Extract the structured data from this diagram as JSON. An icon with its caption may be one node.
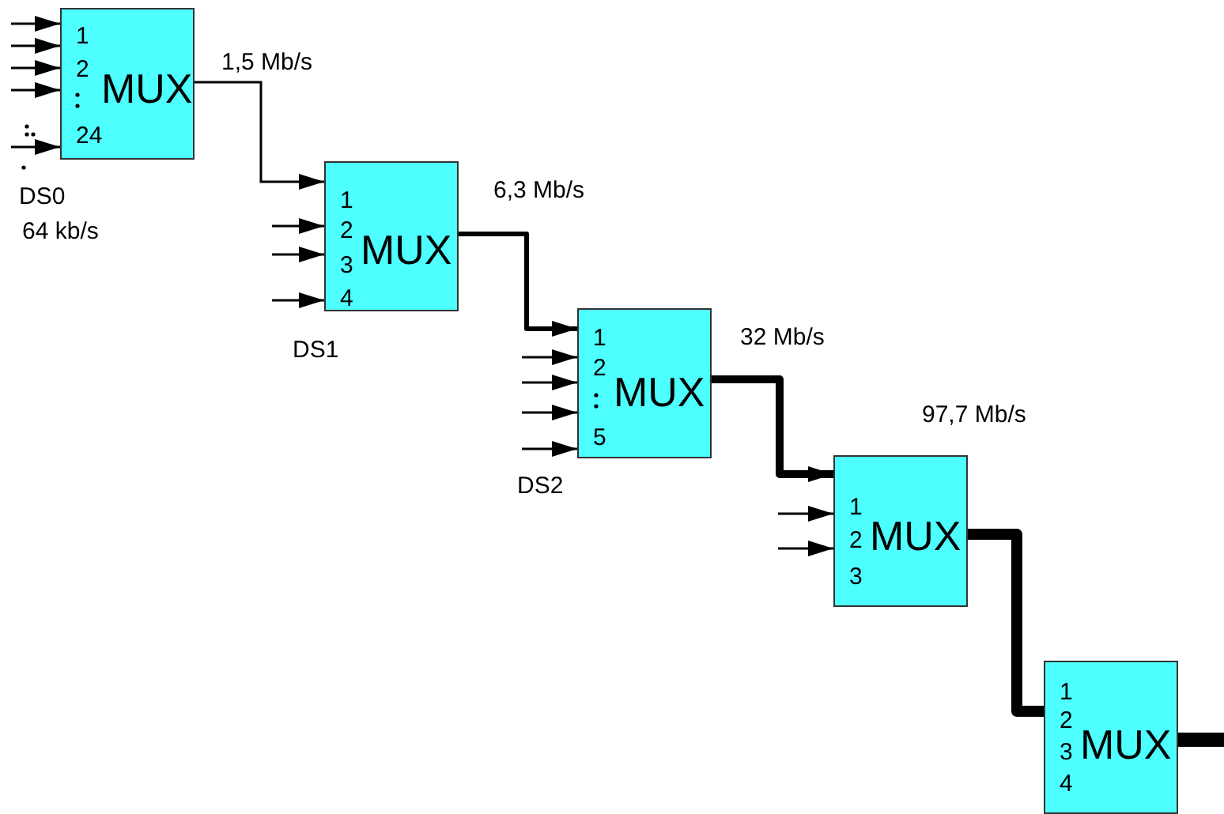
{
  "diagram": {
    "nodes": [
      {
        "text": [
          "1",
          "2",
          "24",
          "MUX"
        ]
      },
      {
        "text": [
          "1",
          "2",
          "3",
          "4",
          "MUX"
        ]
      },
      {
        "text": [
          "1",
          "2",
          "5",
          "MUX"
        ]
      },
      {
        "text": [
          "1",
          "2",
          "3",
          "MUX"
        ]
      },
      {
        "text": [
          "1",
          "2",
          "3",
          "4",
          "MUX"
        ]
      }
    ],
    "edges": [
      {
        "from": null,
        "to": 0,
        "arrow": "to"
      },
      {
        "from": null,
        "to": 0,
        "arrow": "to"
      },
      {
        "from": null,
        "to": 0,
        "arrow": "to"
      },
      {
        "from": null,
        "to": 0,
        "arrow": "to"
      },
      {
        "from": null,
        "to": 0,
        "arrow": "to"
      },
      {
        "from": 0,
        "to": 1,
        "arrow": "to",
        "label": "1,5 Mb/s"
      },
      {
        "from": null,
        "to": 1,
        "arrow": "to"
      },
      {
        "from": null,
        "to": 1,
        "arrow": "to"
      },
      {
        "from": null,
        "to": 1,
        "arrow": "to"
      },
      {
        "from": 1,
        "to": 2,
        "arrow": "to",
        "label": "6,3 Mb/s",
        "style": "thick"
      },
      {
        "from": null,
        "to": 2,
        "arrow": "to"
      },
      {
        "from": null,
        "to": 2,
        "arrow": "to"
      },
      {
        "from": null,
        "to": 2,
        "arrow": "to"
      },
      {
        "from": null,
        "to": 2,
        "arrow": "to"
      },
      {
        "from": 2,
        "to": 3,
        "arrow": "to",
        "label": "32 Mb/s",
        "style": "thick"
      },
      {
        "from": null,
        "to": 3,
        "arrow": "to"
      },
      {
        "from": null,
        "to": 3,
        "arrow": "to"
      },
      {
        "from": 3,
        "to": 4,
        "arrow": "none",
        "label": "97,7 Mb/s",
        "style": "thick"
      },
      {
        "from": 4,
        "to": null,
        "arrow": "none",
        "style": "thick"
      }
    ],
    "labels": [
      "DS0",
      "64 kb/s",
      "DS1",
      "DS2"
    ]
  }
}
